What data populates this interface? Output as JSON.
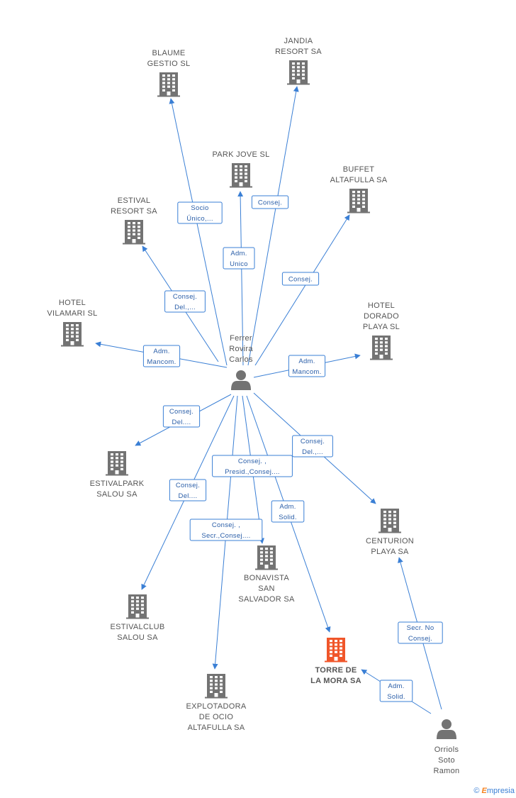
{
  "colors": {
    "edge": "#3a7fd5",
    "building": "#737373",
    "focus": "#f0562a",
    "person": "#737373"
  },
  "nodes": [
    {
      "id": "blaume",
      "type": "company",
      "lines": [
        "BLAUME",
        "GESTIO SL"
      ]
    },
    {
      "id": "jandia",
      "type": "company",
      "lines": [
        "JANDIA",
        "RESORT SA"
      ]
    },
    {
      "id": "parkjove",
      "type": "company",
      "lines": [
        "PARK JOVE SL"
      ]
    },
    {
      "id": "buffet",
      "type": "company",
      "lines": [
        "BUFFET",
        "ALTAFULLA SA"
      ]
    },
    {
      "id": "estival",
      "type": "company",
      "lines": [
        "ESTIVAL",
        "RESORT SA"
      ]
    },
    {
      "id": "vilamari",
      "type": "company",
      "lines": [
        "HOTEL",
        "VILAMARI  SL"
      ]
    },
    {
      "id": "dorado",
      "type": "company",
      "lines": [
        "HOTEL",
        "DORADO",
        "PLAYA  SL"
      ]
    },
    {
      "id": "ferrer",
      "type": "person",
      "lines": [
        "Ferrer",
        "Rovira",
        "Carlos"
      ]
    },
    {
      "id": "estivalpark",
      "type": "company",
      "lines": [
        "ESTIVALPARK",
        "SALOU SA"
      ]
    },
    {
      "id": "centurion",
      "type": "company",
      "lines": [
        "CENTURION",
        "PLAYA SA"
      ]
    },
    {
      "id": "bonavista",
      "type": "company",
      "lines": [
        "BONAVISTA",
        "SAN",
        "SALVADOR SA"
      ]
    },
    {
      "id": "estivalclub",
      "type": "company",
      "lines": [
        "ESTIVALCLUB",
        "SALOU SA"
      ]
    },
    {
      "id": "torre",
      "type": "focus",
      "lines": [
        "TORRE DE",
        "LA MORA SA"
      ]
    },
    {
      "id": "explotadora",
      "type": "company",
      "lines": [
        "EXPLOTADORA",
        "DE OCIO",
        "ALTAFULLA SA"
      ]
    },
    {
      "id": "orriols",
      "type": "person",
      "lines": [
        "Orriols",
        "Soto",
        "Ramon"
      ]
    }
  ],
  "edges": [
    {
      "from": "ferrer",
      "to": "blaume",
      "lines": [
        "Socio",
        "Único,..."
      ]
    },
    {
      "from": "ferrer",
      "to": "jandia",
      "lines": [
        "Consej."
      ]
    },
    {
      "from": "ferrer",
      "to": "parkjove",
      "lines": [
        "Adm.",
        "Unico"
      ]
    },
    {
      "from": "ferrer",
      "to": "buffet",
      "lines": [
        "Consej."
      ]
    },
    {
      "from": "ferrer",
      "to": "estival",
      "lines": [
        "Consej.",
        "Del.,..."
      ]
    },
    {
      "from": "ferrer",
      "to": "vilamari",
      "lines": [
        "Adm.",
        "Mancom."
      ]
    },
    {
      "from": "ferrer",
      "to": "dorado",
      "lines": [
        "Adm.",
        "Mancom."
      ]
    },
    {
      "from": "ferrer",
      "to": "estivalpark",
      "lines": [
        "Consej.",
        "Del...."
      ]
    },
    {
      "from": "ferrer",
      "to": "centurion",
      "lines": [
        "Consej.",
        "Del.,..."
      ]
    },
    {
      "from": "ferrer",
      "to": "bonavista",
      "lines": [
        "Consej. ,",
        "Presid.,Consej...."
      ]
    },
    {
      "from": "ferrer",
      "to": "estivalclub",
      "lines": [
        "Consej.",
        "Del...."
      ]
    },
    {
      "from": "ferrer",
      "to": "torre",
      "lines": [
        "Adm.",
        "Solid."
      ]
    },
    {
      "from": "ferrer",
      "to": "explotadora",
      "lines": [
        "Consej. ,",
        "Secr.,Consej...."
      ]
    },
    {
      "from": "orriols",
      "to": "centurion",
      "lines": [
        "Secr.  No",
        "Consej."
      ]
    },
    {
      "from": "orriols",
      "to": "torre",
      "lines": [
        "Adm.",
        "Solid."
      ]
    }
  ],
  "footer": {
    "copyright": "©",
    "brand_initial": "E",
    "brand_rest": "mpresia"
  }
}
